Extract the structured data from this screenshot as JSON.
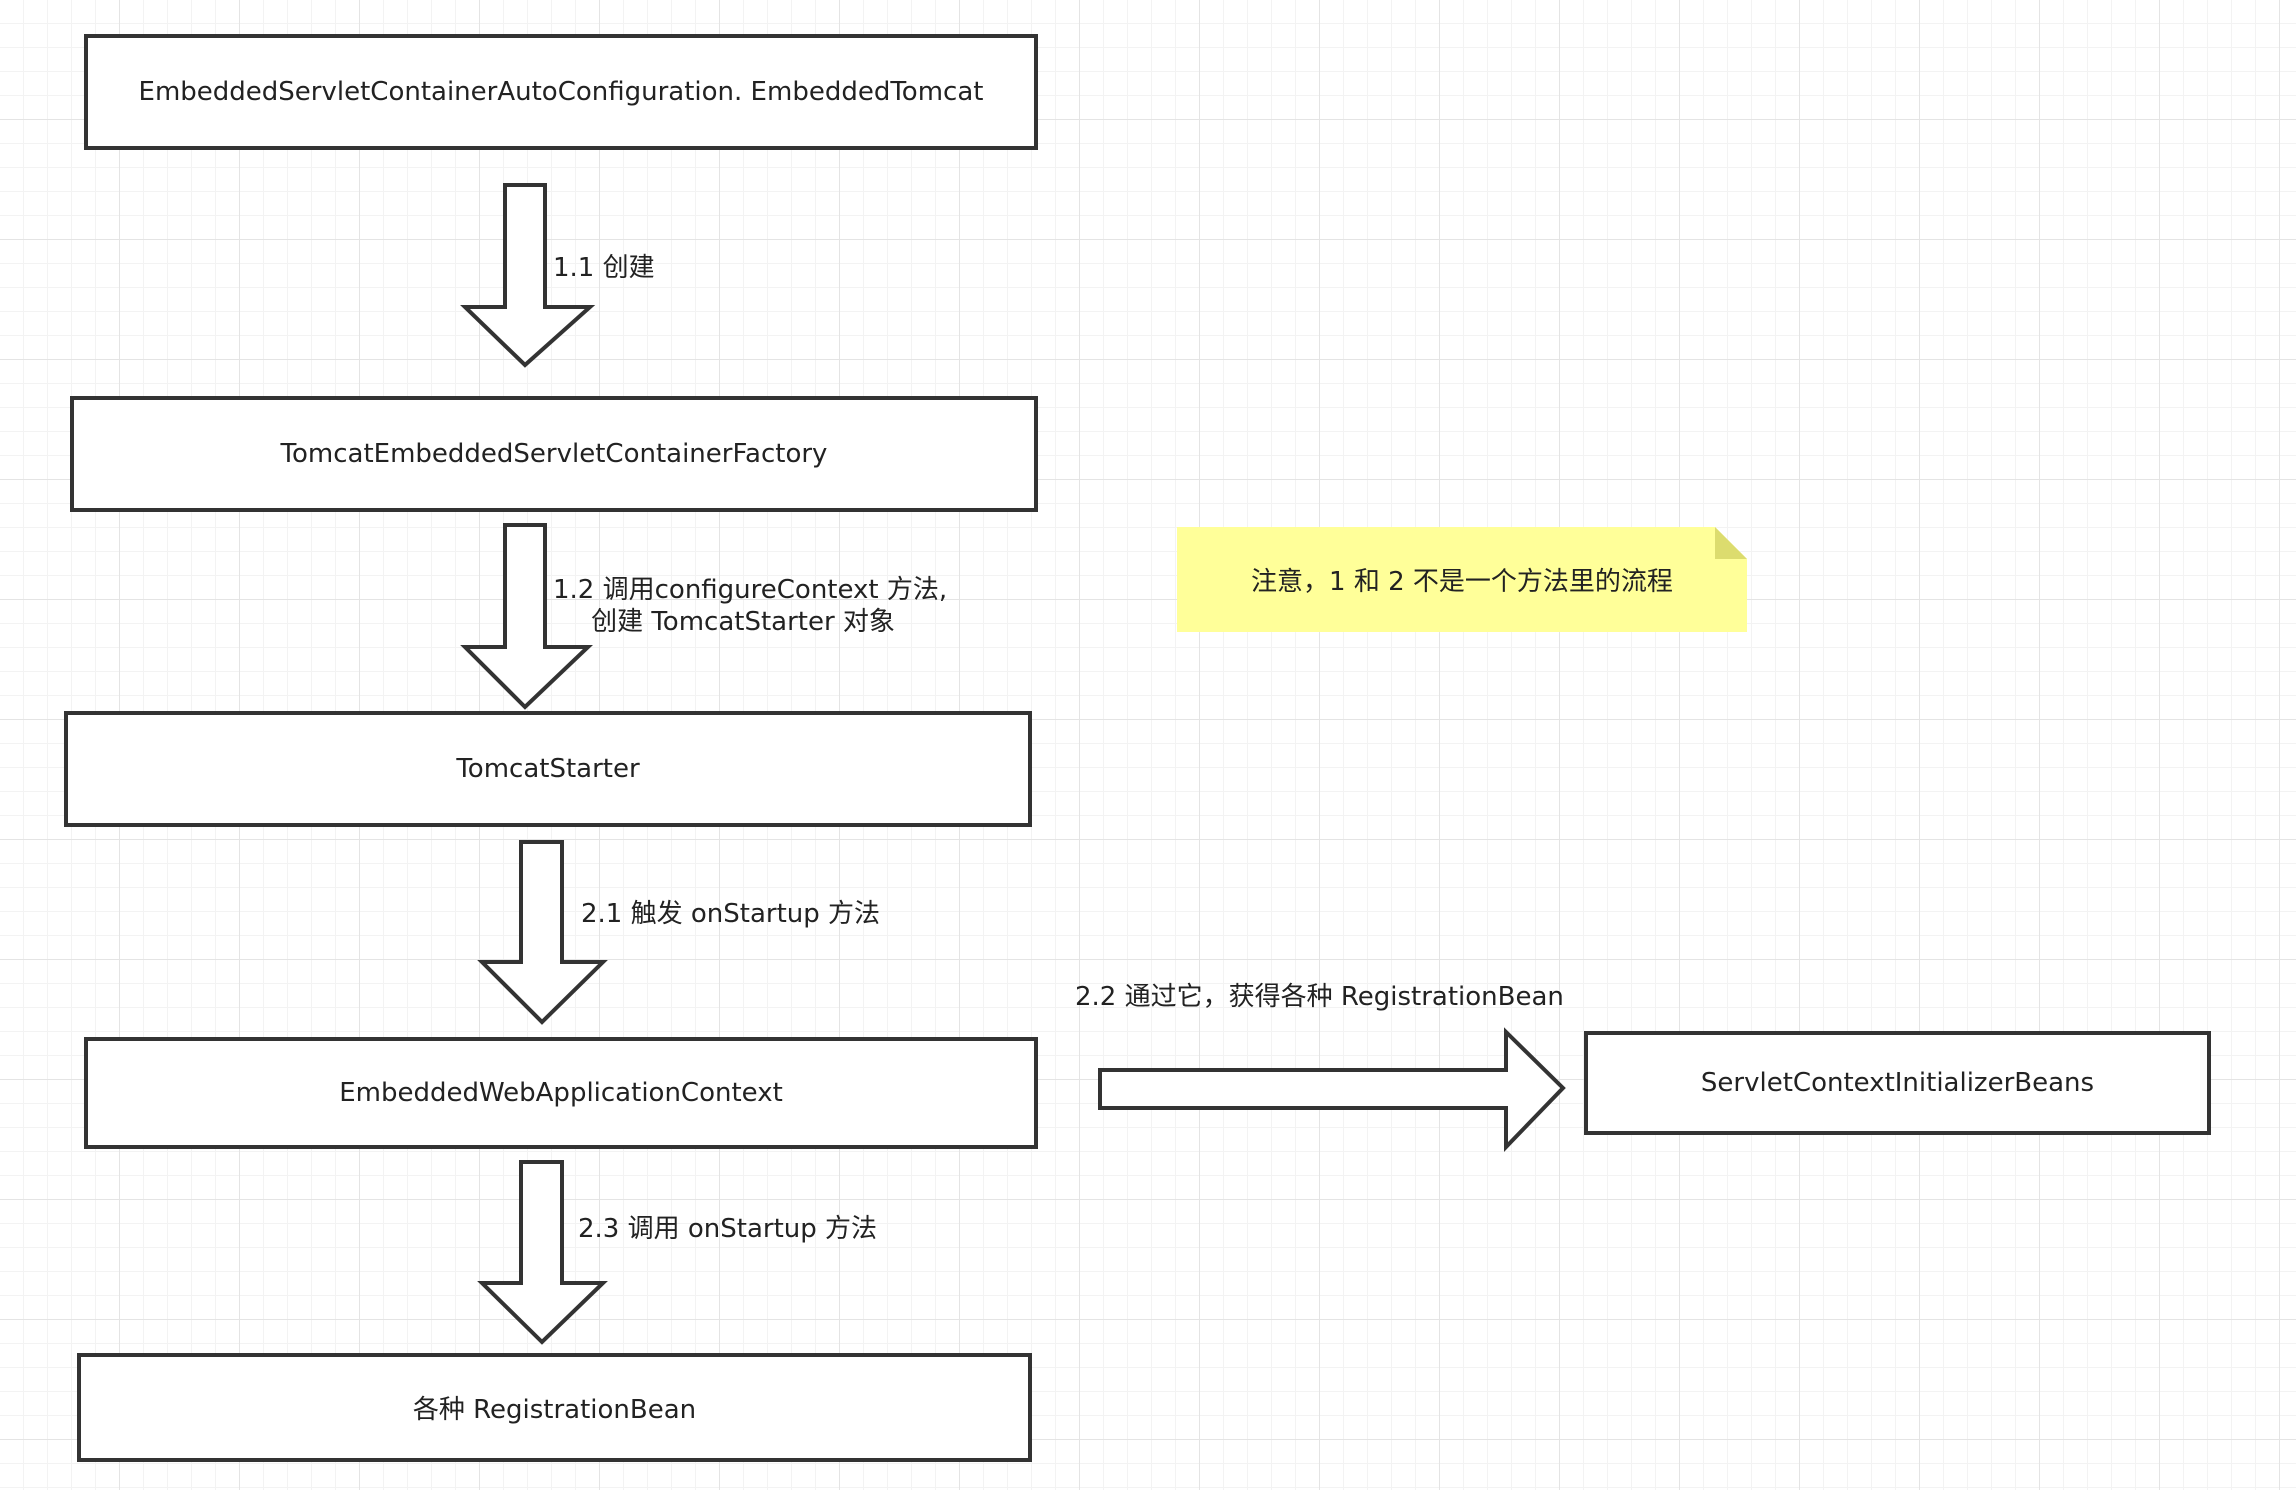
{
  "nodes": {
    "embedded_tomcat": "EmbeddedServletContainerAutoConfiguration. EmbeddedTomcat",
    "tomcat_factory": "TomcatEmbeddedServletContainerFactory",
    "tomcat_starter": "TomcatStarter",
    "embedded_web_app_context": "EmbeddedWebApplicationContext",
    "registration_beans": "各种 RegistrationBean",
    "servlet_context_initializer_beans": "ServletContextInitializerBeans"
  },
  "edges": {
    "step_1_1": "1.1 创建",
    "step_1_2_line1": "1.2 调用configureContext 方法,",
    "step_1_2_line2": "创建 TomcatStarter 对象",
    "step_2_1": "2.1 触发 onStartup 方法",
    "step_2_2": "2.2 通过它，获得各种 RegistrationBean",
    "step_2_3": "2.3 调用 onStartup 方法"
  },
  "note": {
    "text": "注意，1 和 2 不是一个方法里的流程"
  },
  "colors": {
    "stroke": "#333333",
    "box_fill": "#ffffff",
    "note_fill": "#ffff99",
    "note_fold": "#dcdc6e"
  }
}
